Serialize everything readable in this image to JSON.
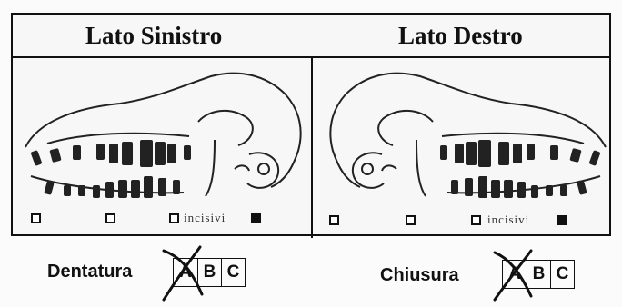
{
  "headers": {
    "left": "Lato Sinistro",
    "right": "Lato Destro"
  },
  "incisivi_label": "incisivi",
  "dentatura": {
    "label": "Dentatura",
    "options": [
      "A",
      "B",
      "C"
    ],
    "crossed": "A"
  },
  "chiusura": {
    "label": "Chiusura",
    "options": [
      "A",
      "B",
      "C"
    ],
    "crossed": "A"
  }
}
